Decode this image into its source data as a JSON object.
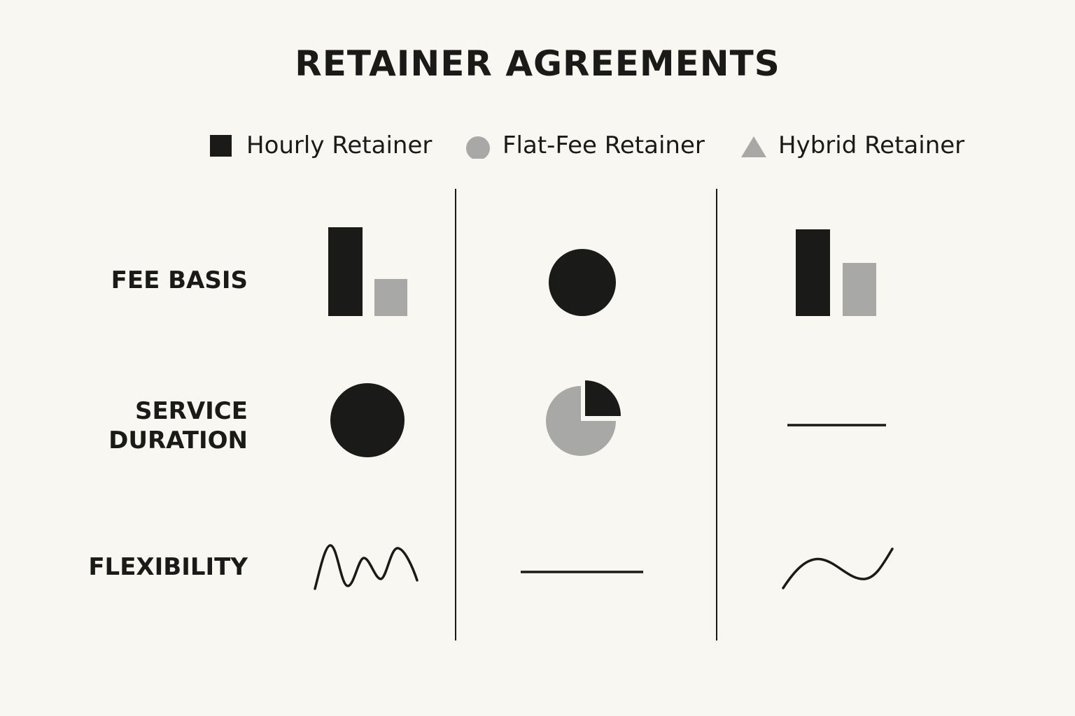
{
  "title": "RETAINER AGREEMENTS",
  "legend": [
    {
      "label": "Hourly Retainer",
      "shape": "square",
      "color": "#1a1a18"
    },
    {
      "label": "Flat-Fee Retainer",
      "shape": "circle",
      "color": "#a8a8a6"
    },
    {
      "label": "Hybrid Retainer",
      "shape": "triangle",
      "color": "#a8a8a6"
    }
  ],
  "rows": [
    {
      "label": "FEE BASIS"
    },
    {
      "label": "SERVICE\nDURATION"
    },
    {
      "label": "FLEXIBILITY"
    }
  ],
  "columns": [
    "Hourly Retainer",
    "Flat-Fee Retainer",
    "Hybrid Retainer"
  ],
  "cells": {
    "fee_basis": {
      "hourly": {
        "icon": "two-bar-icon",
        "bar_values": [
          1.0,
          0.42
        ]
      },
      "flat_fee": {
        "icon": "solid-circle-icon"
      },
      "hybrid": {
        "icon": "two-bar-icon",
        "bar_values": [
          0.98,
          0.61
        ]
      }
    },
    "service_duration": {
      "hourly": {
        "icon": "solid-circle-icon"
      },
      "flat_fee": {
        "icon": "pie-chart-icon",
        "highlight_fraction": 0.25
      },
      "hybrid": {
        "icon": "flat-line-icon"
      }
    },
    "flexibility": {
      "hourly": {
        "icon": "wave-line-icon"
      },
      "flat_fee": {
        "icon": "flat-line-icon"
      },
      "hybrid": {
        "icon": "s-curve-line-icon"
      }
    }
  },
  "colors": {
    "dark": "#1a1a18",
    "gray": "#a8a8a6",
    "background": "#f9f7f2"
  }
}
